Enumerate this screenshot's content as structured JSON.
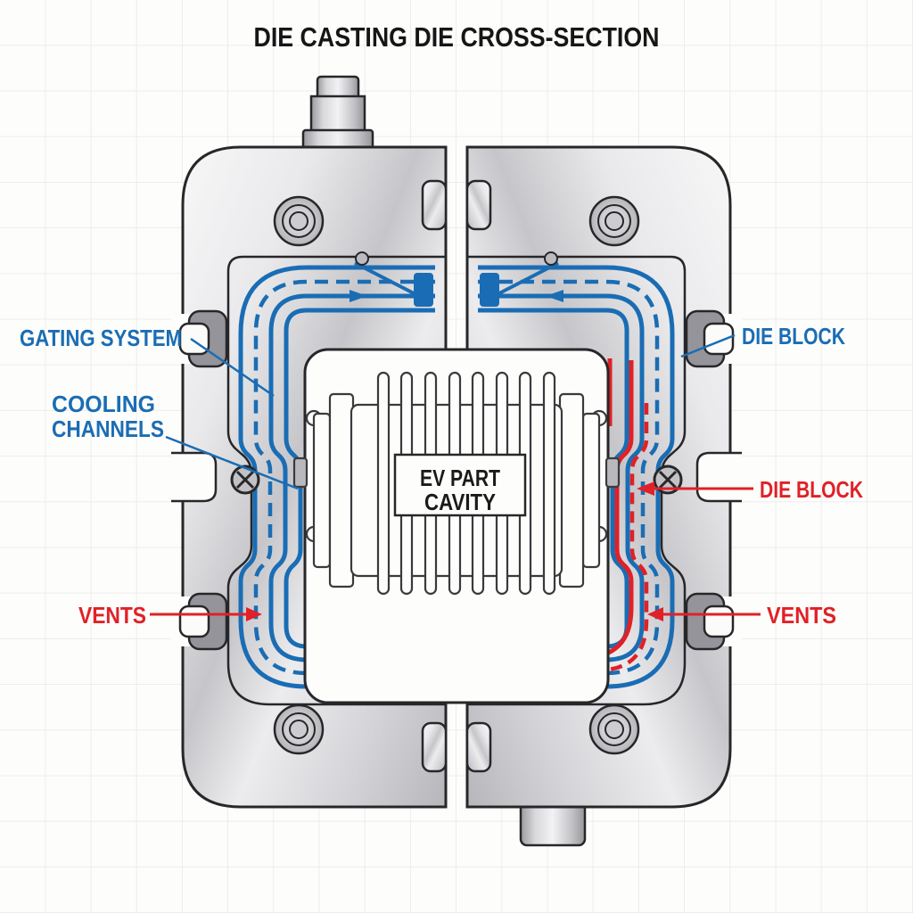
{
  "title": "DIE CASTING DIE CROSS-SECTION",
  "labels": {
    "gating_system": {
      "text": "GATING SYSTEM",
      "color": "#1a6db4"
    },
    "cooling_channels": {
      "line1": "COOLING",
      "line2": "CHANNELS",
      "color": "#1a6db4"
    },
    "die_block_blue": {
      "text": "DIE BLOCK",
      "color": "#1a6db4"
    },
    "die_block_red": {
      "text": "DIE BLOCK",
      "color": "#e02127"
    },
    "vents_left": {
      "text": "VENTS",
      "color": "#e02127"
    },
    "vents_right": {
      "text": "VENTS",
      "color": "#e02127"
    },
    "cavity": {
      "line1": "EV PART",
      "line2": "CAVITY",
      "color": "#1a1a1a"
    }
  },
  "colors": {
    "background": "#fdfdfb",
    "grid": "#e8e8ea",
    "outline": "#27272a",
    "channel_blue": "#1a6db4",
    "channel_red": "#e02127",
    "metal_light": "#f7f7f8",
    "metal_dark": "#b7b7bb"
  }
}
